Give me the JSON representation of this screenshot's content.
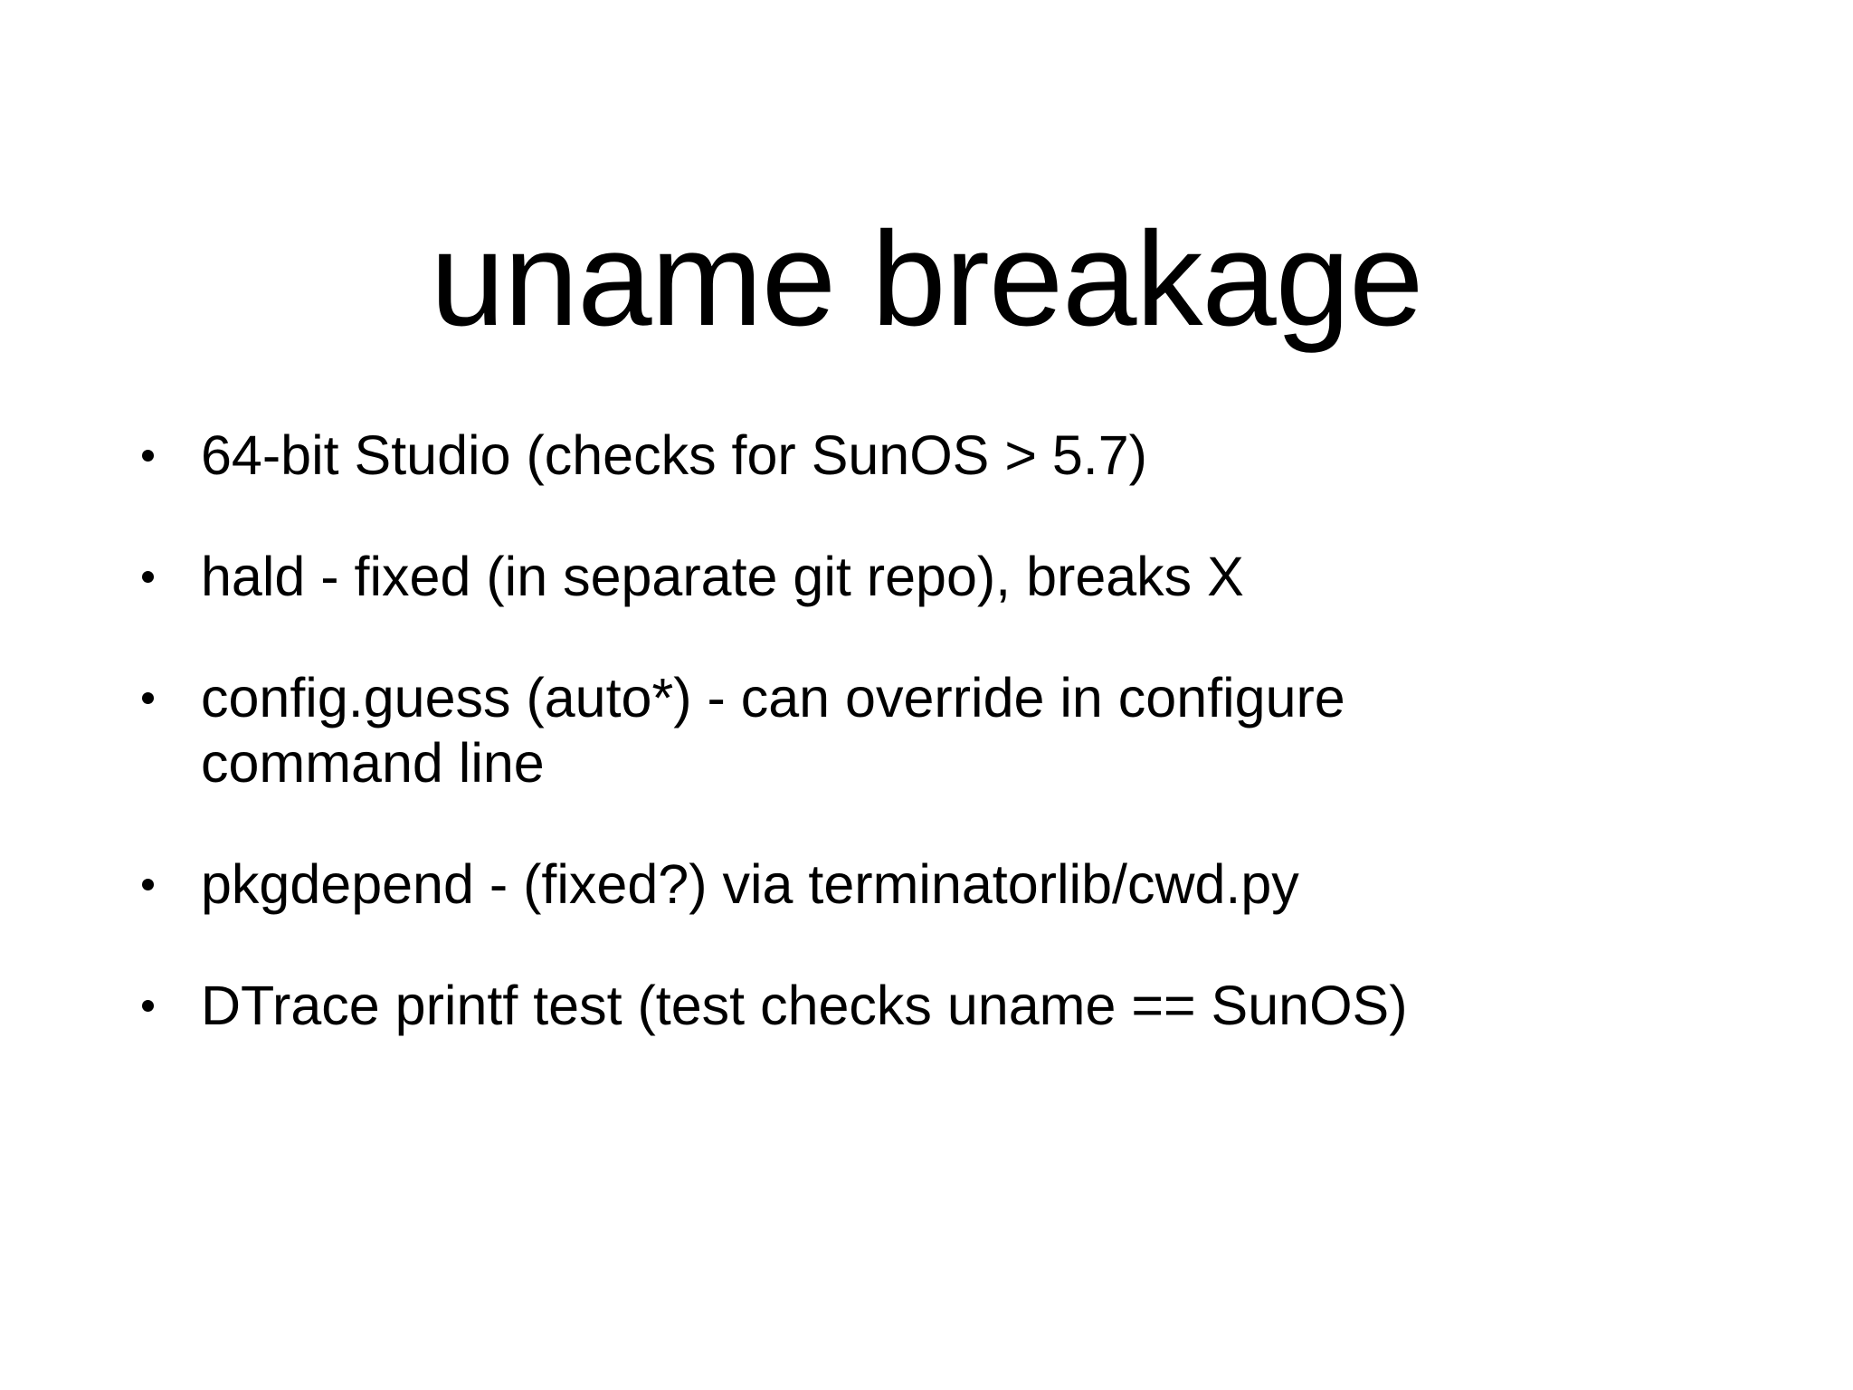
{
  "slide": {
    "title": "uname breakage",
    "background_color": "#ffffff",
    "text_color": "#000000",
    "bullet_marker": "•",
    "bullets": [
      {
        "text": "64-bit Studio (checks for SunOS > 5.7)"
      },
      {
        "text": "hald - fixed (in separate git repo), breaks X"
      },
      {
        "text": "config.guess (auto*) - can override in configure\ncommand line"
      },
      {
        "text": "pkgdepend - (fixed?) via terminatorlib/cwd.py"
      },
      {
        "text": "DTrace printf test (test checks uname == SunOS)"
      }
    ]
  }
}
